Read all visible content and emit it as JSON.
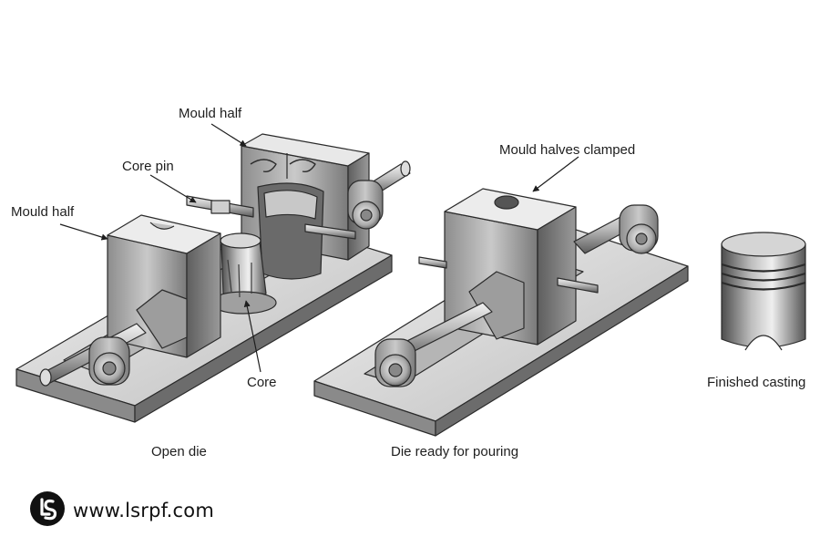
{
  "labels": {
    "mould_half_top": "Mould  half",
    "core_pin": "Core pin",
    "mould_half_left": "Mould  half",
    "core": "Core",
    "mould_halves_clamped": "Mould halves clamped",
    "finished_casting": "Finished casting"
  },
  "captions": {
    "open_die": "Open die",
    "die_ready": "Die ready for pouring"
  },
  "watermark": {
    "text": "www.lsrpf.com",
    "icon": "lsrpf-logo-icon"
  },
  "colors": {
    "metal_light": "#d9d9d9",
    "metal_mid": "#a8a8a8",
    "metal_dark": "#6e6e6e",
    "outline": "#2b2b2b"
  }
}
